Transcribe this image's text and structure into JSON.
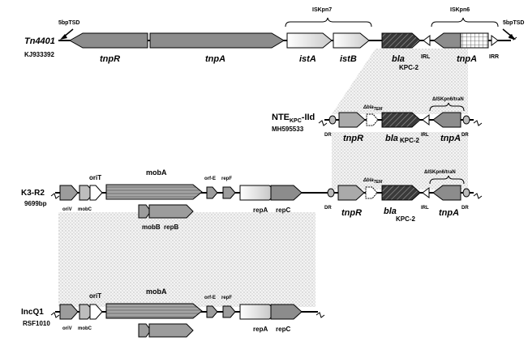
{
  "tn4401": {
    "name": "Tn4401",
    "accession": "KJ933392",
    "tsd_left": "5bpTSD",
    "tsd_right": "5bpTSD",
    "genes": {
      "tnpR": "tnpR",
      "tnpA": "tnpA",
      "istA": "istA",
      "istB": "istB",
      "bla": "bla",
      "kpc": "KPC-2",
      "irl": "IRL",
      "tnpA_kpn6": "tnpA",
      "irr": "IRR"
    },
    "iskpn7": "ISKpn7",
    "iskpn6": "ISKpn6"
  },
  "nte": {
    "name": "NTE",
    "name_sub": "KPC",
    "name_suffix": "-IId",
    "accession": "MH595533",
    "dr_left": "DR",
    "dr_right": "DR",
    "delta_bla": "Δbla",
    "delta_bla_sub": "TEM",
    "delta_iskpn6": "ΔISKpn6/traN",
    "genes": {
      "tnpR": "tnpR",
      "bla": "bla",
      "kpc": "KPC-2",
      "irl": "IRL",
      "tnpA": "tnpA"
    }
  },
  "k3r2": {
    "name": "K3-R2",
    "size": "9699bp",
    "genes": {
      "oriV": "oriV",
      "mobC": "mobC",
      "oriT": "oriT",
      "mobA": "mobA",
      "mobB": "mobB",
      "repB": "repB",
      "orfE": "orf-E",
      "repF": "repF",
      "repA": "repA",
      "repC": "repC",
      "dr_left": "DR",
      "tnpR": "tnpR",
      "delta_bla": "Δbla",
      "delta_bla_sub": "TEM",
      "bla": "bla",
      "kpc": "KPC-2",
      "irl": "IRL",
      "tnpA": "tnpA",
      "dr_right": "DR",
      "delta_iskpn6": "ΔISKpn6/traN"
    }
  },
  "incq1": {
    "name": "IncQ1",
    "accession": "RSF1010",
    "genes": {
      "oriV": "oriV",
      "mobC": "mobC",
      "oriT": "oriT",
      "mobA": "mobA",
      "orfE": "orf-E",
      "repF": "repF",
      "repA": "repA",
      "repC": "repC"
    }
  }
}
